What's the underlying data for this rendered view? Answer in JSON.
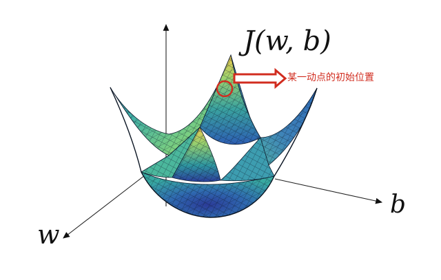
{
  "diagram": {
    "function_label": "J(w, b)",
    "axis_labels": {
      "b": "b",
      "w": "w"
    },
    "annotation_text": "某一动点的初始位置"
  },
  "colors": {
    "axis": "#111111",
    "annotation_red": "#d12c1f",
    "surface_low": "#2c3f9b",
    "surface_mid": "#1f9f8c",
    "surface_high": "#f3c84e"
  }
}
